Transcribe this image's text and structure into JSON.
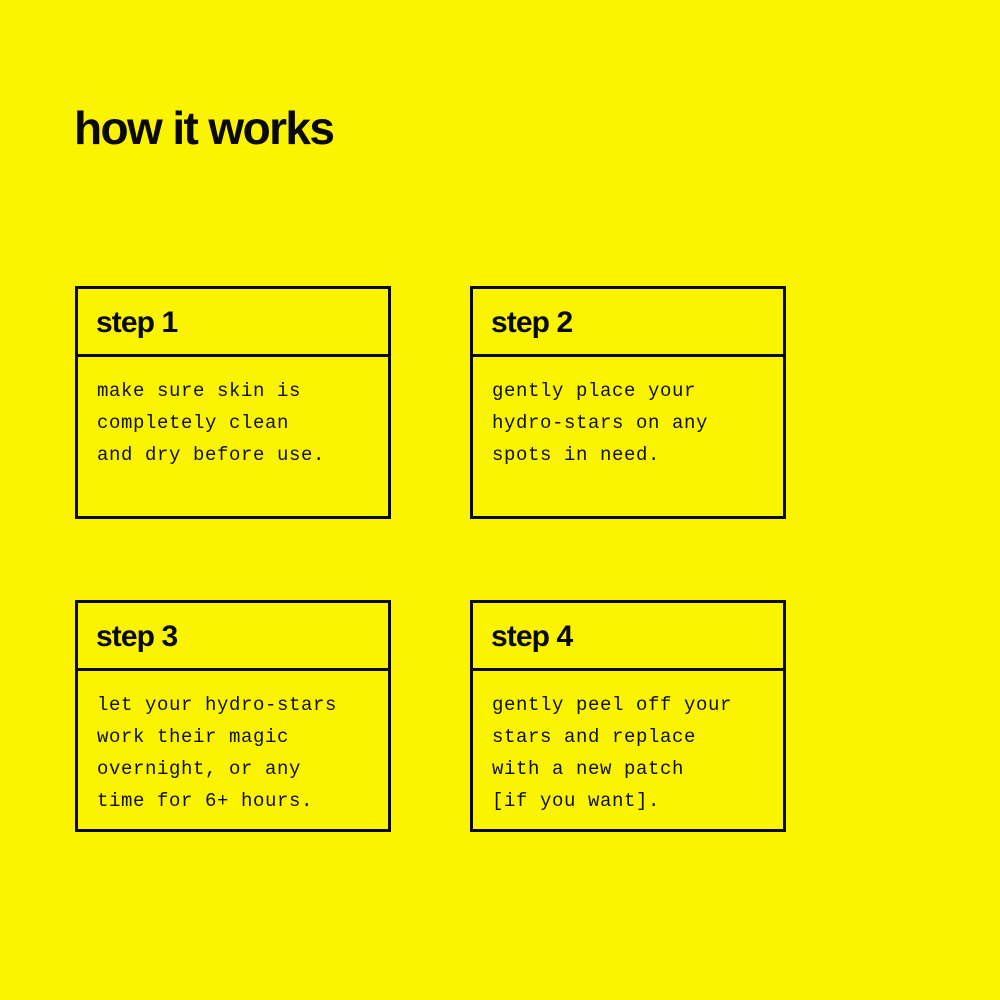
{
  "page": {
    "background_color": "#faf400",
    "ink_color": "#0a0a00",
    "title": "how it works"
  },
  "steps": [
    {
      "id": "step-1",
      "title": "step 1",
      "text": "make sure skin is\ncompletely clean\nand dry before use.",
      "lines": [
        "make sure skin is",
        "completely clean",
        "and dry before use."
      ]
    },
    {
      "id": "step-2",
      "title": "step 2",
      "text": "gently place your\nhydro-stars on any\nspots in need.",
      "lines": [
        "gently place your",
        "hydro-stars on any",
        "spots in need."
      ]
    },
    {
      "id": "step-3",
      "title": "step 3",
      "text": "let your hydro-stars\nwork their magic\novernight, or any\ntime for 6+ hours.",
      "lines": [
        "let your hydro-stars",
        "work their magic",
        "overnight, or any",
        "time for 6+ hours."
      ]
    },
    {
      "id": "step-4",
      "title": "step 4",
      "text": "gently peel off your\nstars and replace\nwith a new patch\n[if you want].",
      "lines": [
        "gently peel off your",
        "stars and replace",
        "with a new patch",
        "[if you want]."
      ]
    }
  ]
}
